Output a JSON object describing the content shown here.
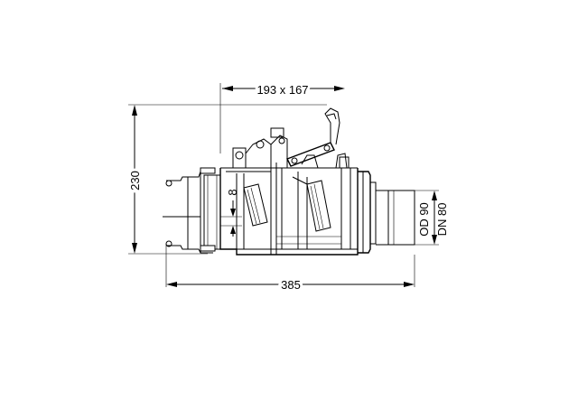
{
  "dimensions": {
    "top_size": "193 x 167",
    "height": "230",
    "length": "385",
    "inner": "8",
    "outer_diameter": "OD 90",
    "nominal_diameter": "DN 80"
  }
}
